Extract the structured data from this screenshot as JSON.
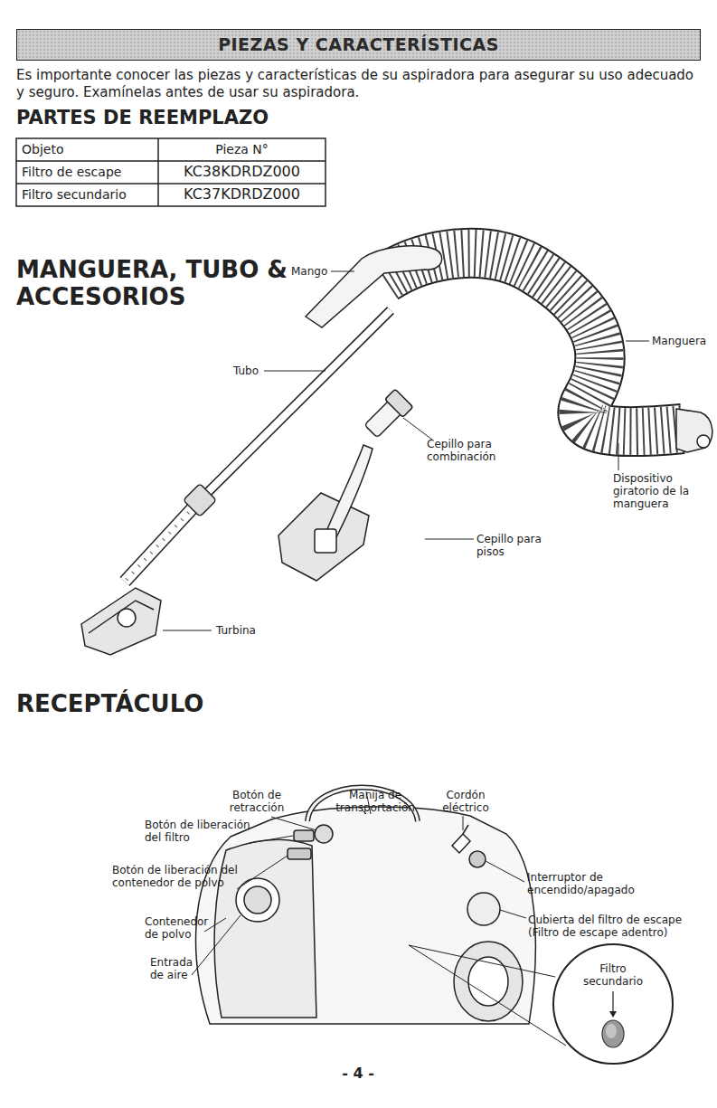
{
  "diagram": {
    "title": "PIEZAS Y CARACTERÍSTICAS",
    "nodes": [
      {
        "text": [
          "Filtro secundario"
        ]
      }
    ],
    "labels": [
      "Es importante conocer las piezas y características de su aspiradora para asegurar su uso adecuado y seguro. Examínelas antes de usar su aspiradora.",
      "PARTES DE REEMPLAZO",
      "Objeto",
      "Pieza N°",
      "Filtro de escape",
      "KC38KDRDZ000",
      "Filtro secundario",
      "KC37KDRDZ000",
      "MANGUERA, TUBO & ACCESORIOS",
      "Mango",
      "Manguera",
      "Tubo",
      "Cepillo para combinación",
      "Dispositivo giratorio de la manguera",
      "Cepillo para pisos",
      "Turbina",
      "RECEPTÁCULO",
      "Botón de retracción",
      "Manija de transportación",
      "Cordón eléctrico",
      "Botón de liberación del filtro",
      "Botón de liberación del contenedor de polvo",
      "Contenedor de polvo",
      "Entrada de aire",
      "Interruptor de encendido/apagado",
      "Cubierta del filtro de escape (Filtro de escape adentro)",
      "- 4 -"
    ]
  }
}
